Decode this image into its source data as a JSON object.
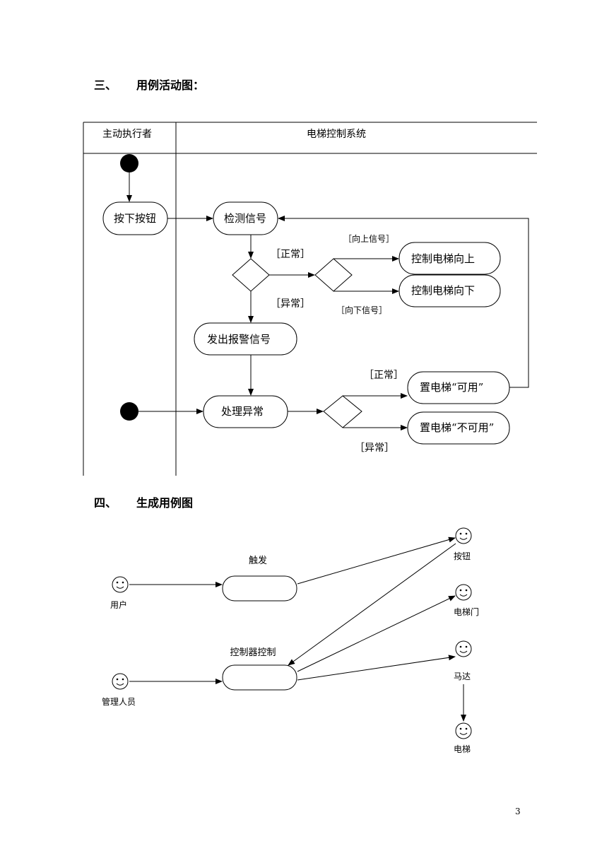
{
  "section3": {
    "number": "三、",
    "title": "用例活动图："
  },
  "section4": {
    "number": "四、",
    "title": "生成用例图"
  },
  "activity": {
    "lane_actor": "主动执行者",
    "lane_system": "电梯控制系统",
    "press_button": "按下按钮",
    "detect_signal": "检测信号",
    "guard_normal_1": "［正常］",
    "guard_abnormal_1": "［异常］",
    "guard_up": "［向上信号］",
    "guard_down": "［向下信号］",
    "ctrl_up": "控制电梯向上",
    "ctrl_down": "控制电梯向下",
    "alarm": "发出报警信号",
    "handle": "处理异常",
    "guard_normal_2": "［正常］",
    "guard_abnormal_2": "［异常］",
    "set_available": "置电梯“可用”",
    "set_unavailable": "置电梯“不可用”"
  },
  "usecase": {
    "trigger_label": "触发",
    "controller_label": "控制器控制",
    "actor_user": "用户",
    "actor_admin": "管理人员",
    "actor_button": "按钮",
    "actor_door": "电梯门",
    "actor_motor": "马达",
    "actor_elevator": "电梯"
  },
  "page_number": "3"
}
